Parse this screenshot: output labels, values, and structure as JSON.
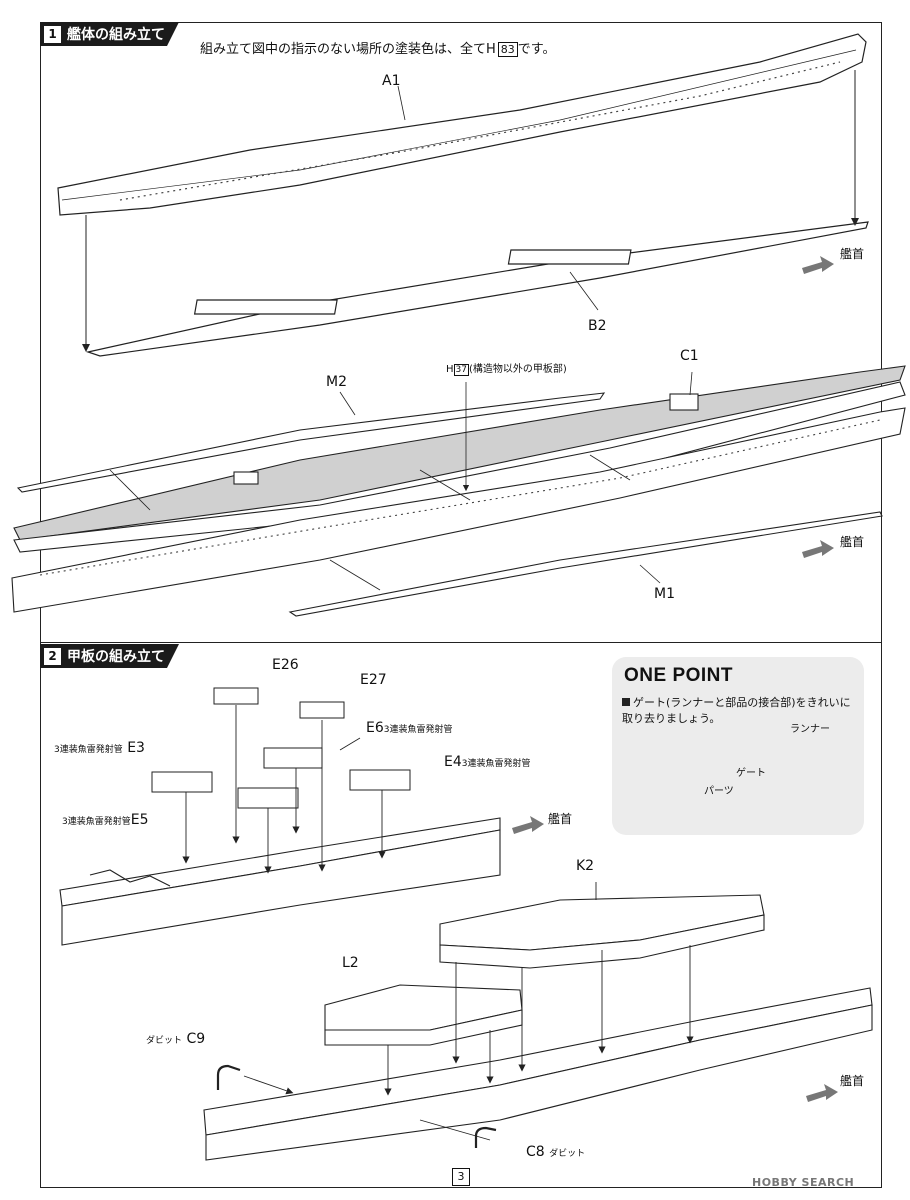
{
  "section1": {
    "num": "1",
    "title": "艦体の組み立て",
    "note_text": "組み立て図中の指示のない場所の塗装色は、全てH",
    "note_code": "83",
    "note_suffix": "です。",
    "labels": {
      "a1": "A1",
      "b2": "B2",
      "c1": "C1",
      "m2": "M2",
      "m1": "M1",
      "h37_prefix": "H",
      "h37_code": "37",
      "h37_note": "(構造物以外の甲板部)",
      "bow_top": "艦首",
      "bow_mid": "艦首"
    }
  },
  "section2": {
    "num": "2",
    "title": "甲板の組み立て",
    "labels": {
      "e26": "E26",
      "e27": "E27",
      "e6": "E6",
      "e6_desc": "3連装魚雷発射管",
      "e3": "E3",
      "e3_desc": "3連装魚雷発射管",
      "e4": "E4",
      "e4_desc": "3連装魚雷発射管",
      "e5": "E5",
      "e5_desc": "3連装魚雷発射管",
      "bow_a": "艦首",
      "bow_b": "艦首",
      "k2": "K2",
      "l2": "L2",
      "c9": "C9",
      "c9_desc": "ダビット",
      "c8": "C8",
      "c8_desc": "ダビット"
    },
    "one_point": {
      "title": "ONE POINT",
      "text": "ゲート(ランナーと部品の接合部)をきれいに取り去りましょう。",
      "runner": "ランナー",
      "gate": "ゲート",
      "part": "パーツ"
    }
  },
  "page_number": "3",
  "watermark": "HOBBY SEARCH"
}
